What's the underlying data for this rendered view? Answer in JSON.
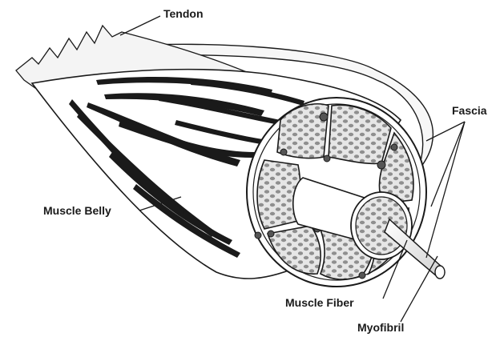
{
  "labels": {
    "tendon": "Tendon",
    "fascia": "Fascia",
    "muscle_belly": "Muscle Belly",
    "muscle_fiber": "Muscle Fiber",
    "myofibril": "Myofibril"
  },
  "colors": {
    "ink": "#1a1a1a",
    "fascicle_fill": "#e2e2e2",
    "fiber_cell": "#8f8f8f",
    "tendon": "#f4f4f4",
    "background": "#ffffff"
  }
}
